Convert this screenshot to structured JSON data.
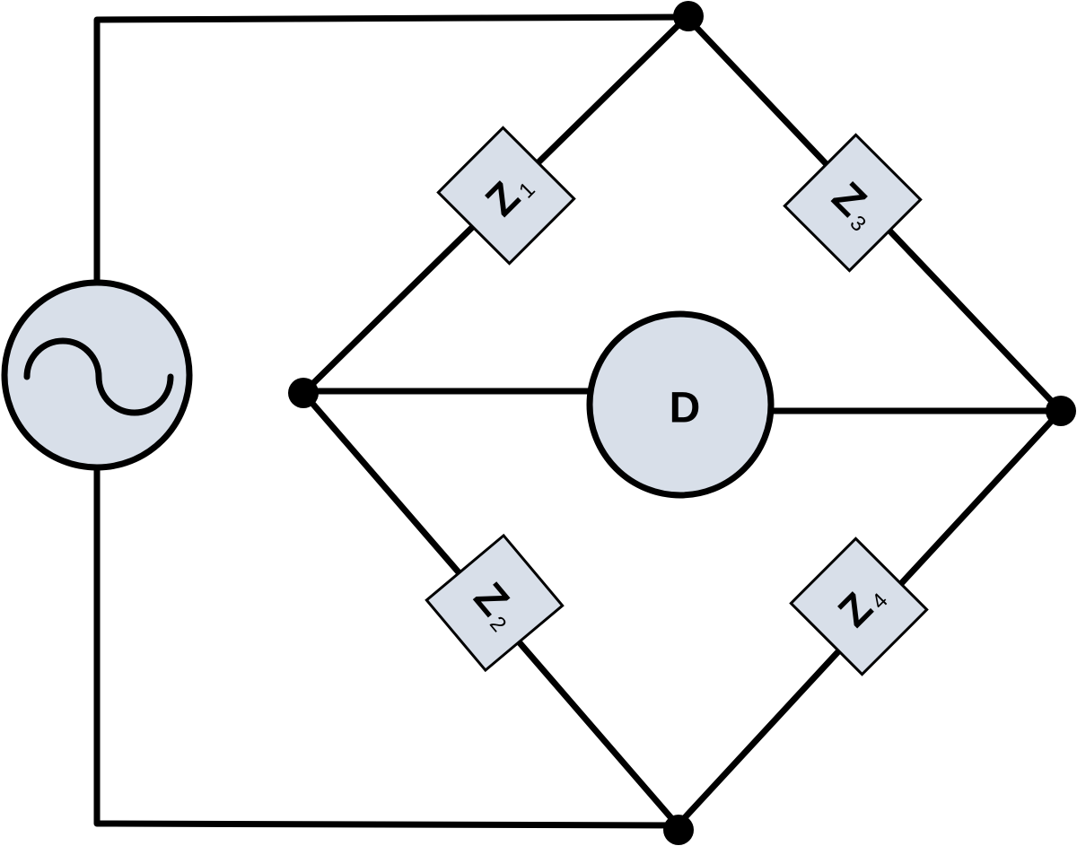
{
  "diagram": {
    "components": {
      "z1": {
        "letter": "Z",
        "index": "1"
      },
      "z2": {
        "letter": "Z",
        "index": "2"
      },
      "z3": {
        "letter": "Z",
        "index": "3"
      },
      "z4": {
        "letter": "Z",
        "index": "4"
      },
      "detector": {
        "label": "D"
      }
    },
    "source": {
      "icon": "ac-sine-icon"
    }
  },
  "colors": {
    "component_fill": "#d8dfe9",
    "wire": "#000000",
    "background": "#ffffff"
  }
}
